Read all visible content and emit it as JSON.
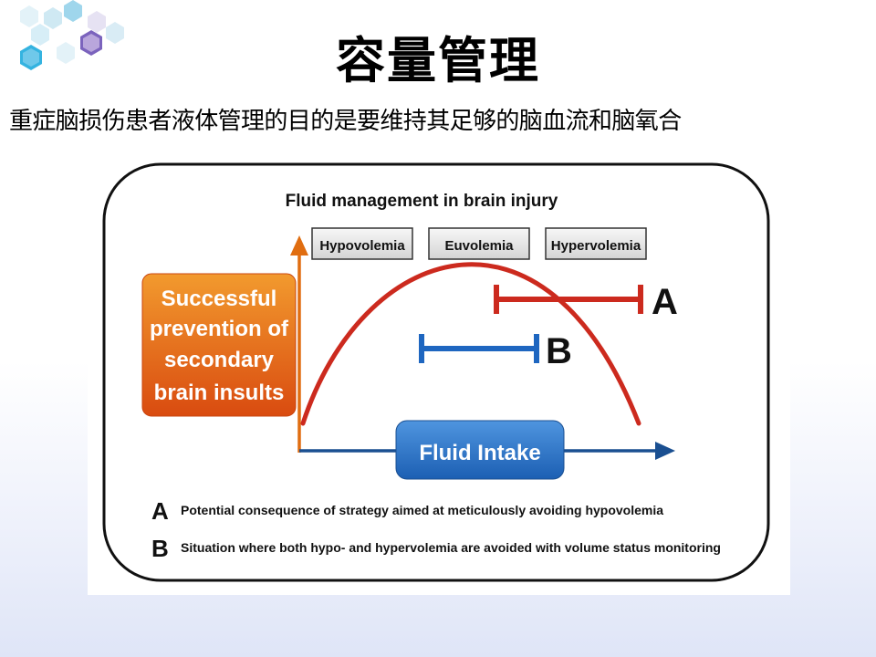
{
  "slide": {
    "title": "容量管理",
    "subtitle": "重症脑损伤患者液体管理的目的是要维持其足够的脑血流和脑氧合"
  },
  "figure": {
    "title": "Fluid management in brain injury",
    "zones": [
      "Hypovolemia",
      "Euvolemia",
      "Hypervolemia"
    ],
    "y_box_lines": [
      "Successful",
      "prevention of",
      "secondary",
      "brain insults"
    ],
    "x_label": "Fluid Intake",
    "strategy_a": {
      "letter": "A",
      "color": "#cc2a1e"
    },
    "strategy_b": {
      "letter": "B",
      "color": "#1e66c0"
    },
    "curve_color": "#cc2a1e",
    "y_axis_color": "#e06d10",
    "x_axis_color": "#1a4f91",
    "legend": [
      {
        "letter": "A",
        "text": "Potential consequence of strategy aimed at meticulously avoiding hypovolemia"
      },
      {
        "letter": "B",
        "text": "Situation where both hypo- and hypervolemia are avoided with volume status monitoring"
      }
    ]
  },
  "decor": {
    "hex_colors": [
      "#cfe9f3",
      "#9fd6ec",
      "#34b3e0",
      "#b9a6dc",
      "#7b63bd"
    ]
  }
}
